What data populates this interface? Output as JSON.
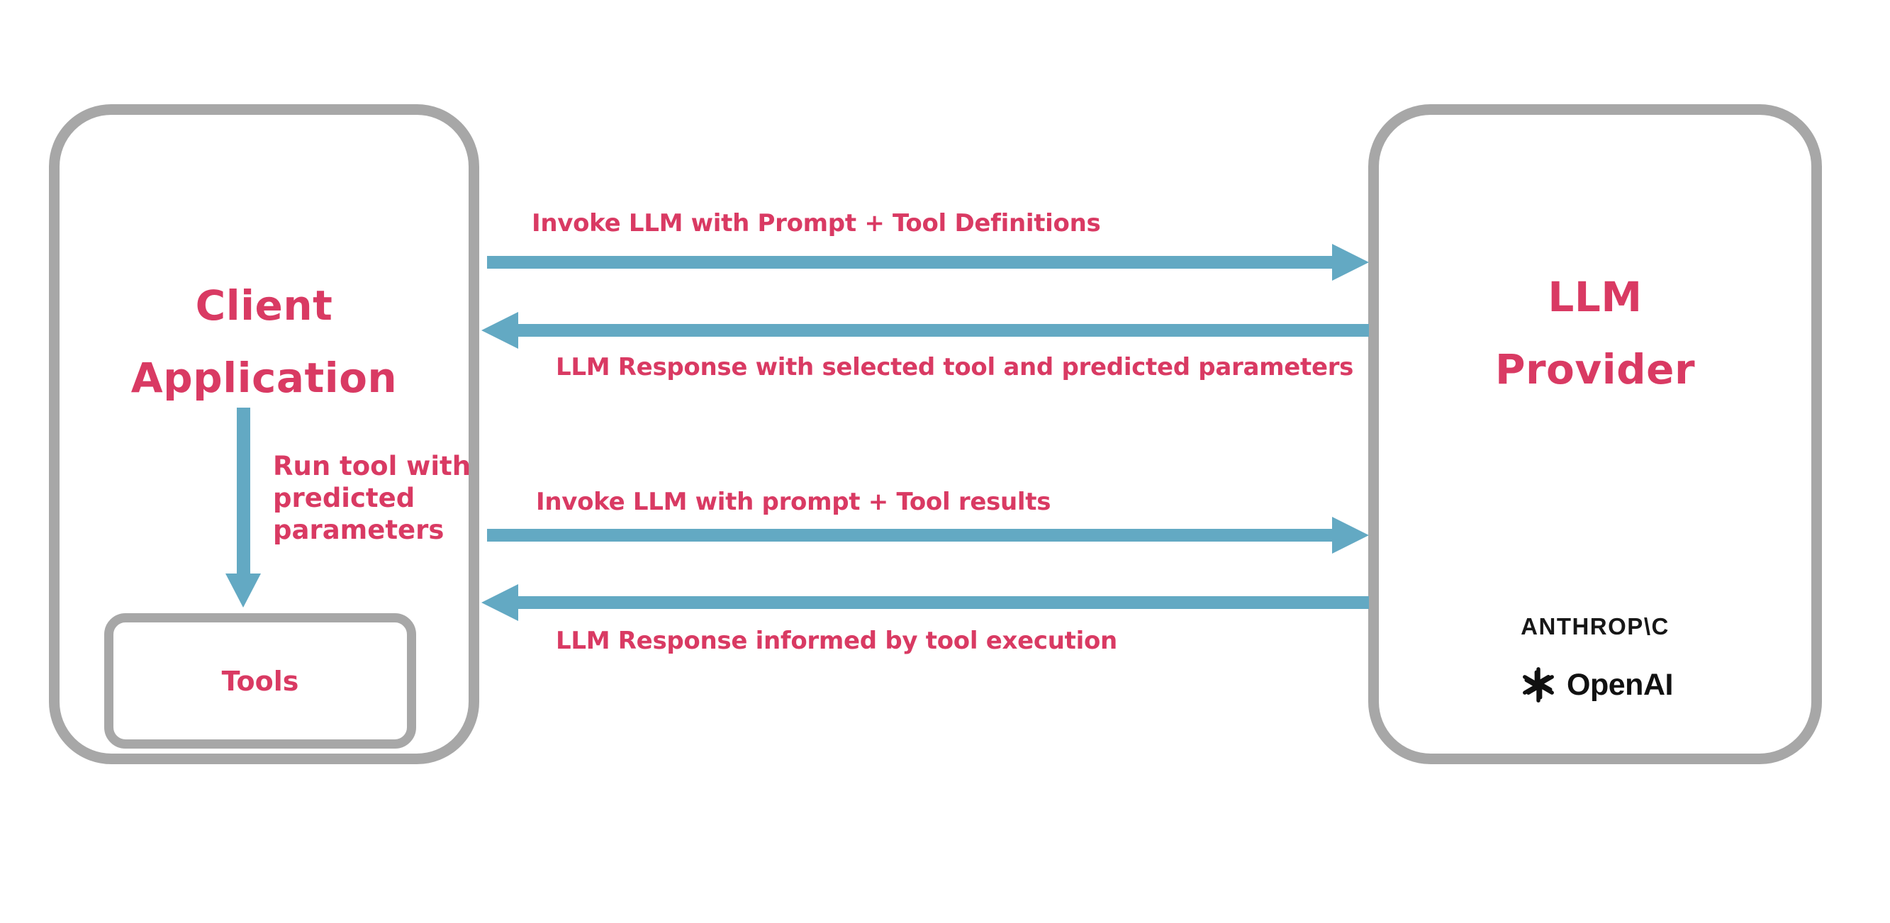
{
  "diagram": {
    "client_box": {
      "title_lines": [
        "Client",
        "Application"
      ]
    },
    "internal_flow": {
      "label_lines": [
        "Run tool with",
        "predicted",
        "parameters"
      ]
    },
    "tools_box": {
      "label": "Tools"
    },
    "llm_box": {
      "title_lines": [
        "LLM",
        "Provider"
      ],
      "providers": {
        "anthropic_logo_text": "ANTHROP\\C",
        "openai_logo_text": "OpenAI"
      }
    },
    "arrows": [
      {
        "direction": "right",
        "label": "Invoke LLM with Prompt + Tool Definitions"
      },
      {
        "direction": "left",
        "label": "LLM Response with selected tool and predicted parameters"
      },
      {
        "direction": "right",
        "label": "Invoke LLM with prompt + Tool results"
      },
      {
        "direction": "left",
        "label": "LLM Response informed by tool execution"
      }
    ],
    "colors": {
      "accent_pink": "#d93a63",
      "arrow_blue": "#63a9c3",
      "border_gray": "#a7a7a7",
      "logo_black": "#111111",
      "background": "#ffffff"
    }
  }
}
